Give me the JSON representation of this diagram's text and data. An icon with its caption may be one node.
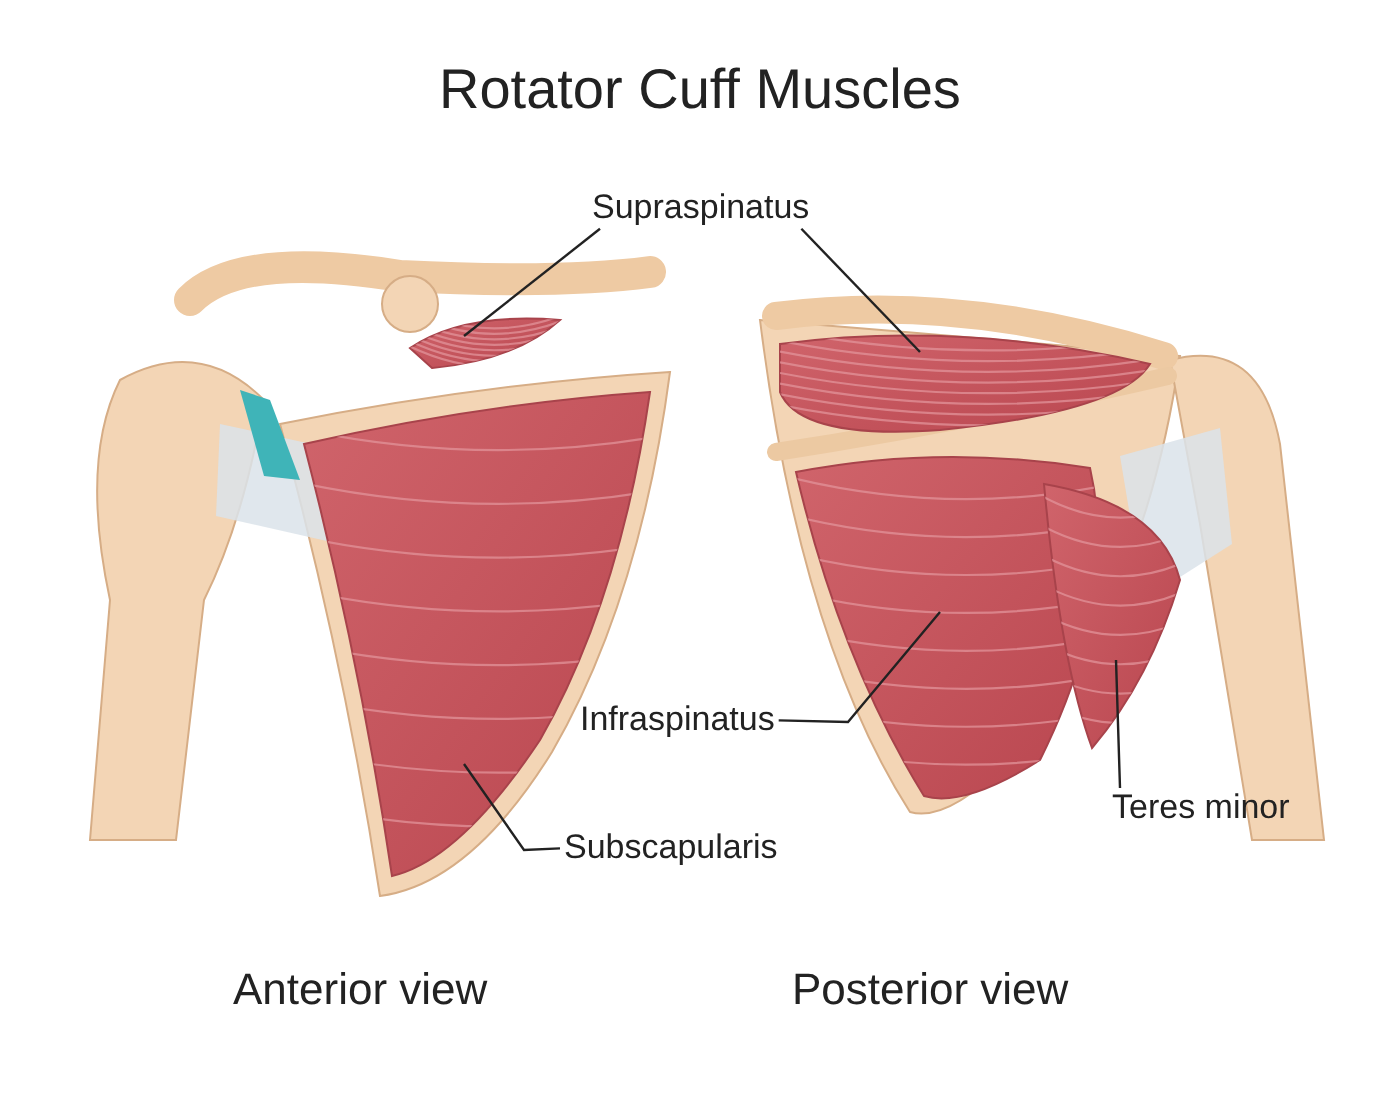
{
  "diagram": {
    "title": "Rotator Cuff Muscles",
    "nodes": [
      {
        "text": [
          "Supraspinatus"
        ]
      },
      {
        "text": [],
        "shape": "picture"
      },
      {
        "text": [],
        "shape": "picture"
      },
      {
        "text": [
          "Subscapularis"
        ]
      },
      {
        "text": [],
        "shape": "picture"
      },
      {
        "text": [
          "Infraspinatus"
        ]
      },
      {
        "text": [],
        "shape": "picture"
      },
      {
        "text": [
          "Teres minor"
        ]
      },
      {
        "text": [],
        "shape": "picture"
      }
    ],
    "edges": [
      {
        "from": 0,
        "to": 1,
        "arrow": "none"
      },
      {
        "from": 0,
        "to": 2,
        "arrow": "none"
      },
      {
        "from": 3,
        "to": 4,
        "arrow": "none"
      },
      {
        "from": 5,
        "to": 6,
        "arrow": "none"
      },
      {
        "from": 7,
        "to": 8,
        "arrow": "none"
      }
    ],
    "labels": [
      "Anterior view",
      "Posterior view"
    ]
  }
}
